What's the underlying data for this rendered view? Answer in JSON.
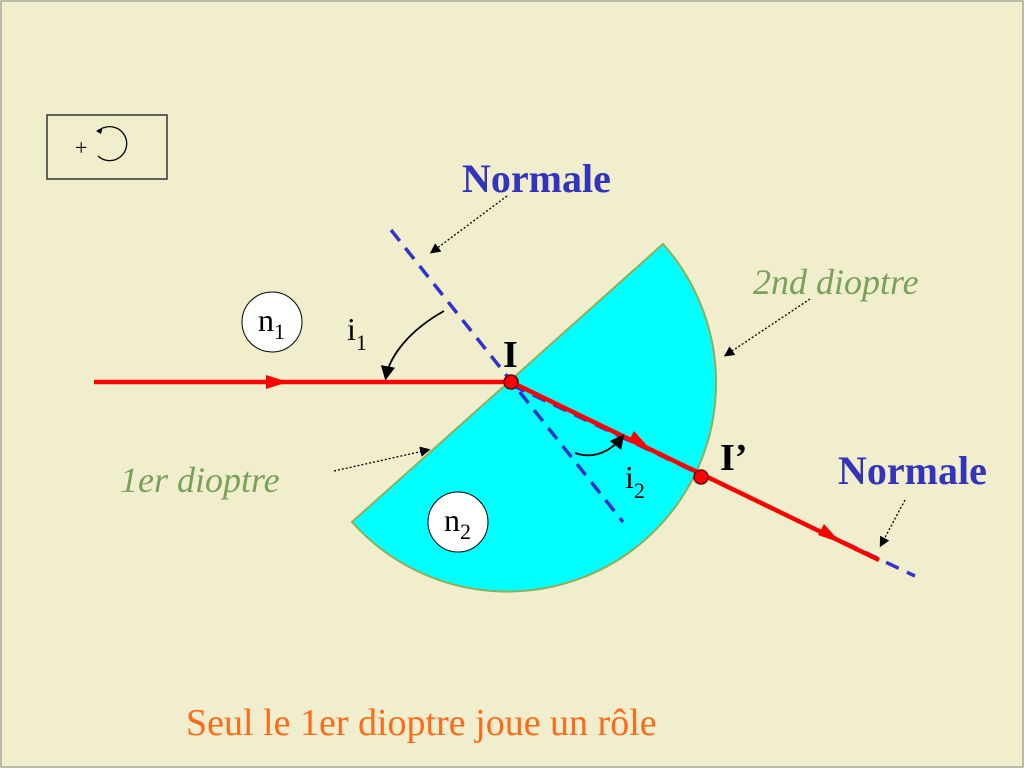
{
  "sign_box": {
    "plus": "+"
  },
  "labels": {
    "normale_top": "Normale",
    "normale_right": "Normale",
    "dioptre_2": "2nd dioptre",
    "dioptre_1": "1er dioptre",
    "point_I": "I",
    "point_I_prime": "I’",
    "n1_base": "n",
    "n1_sub": "1",
    "n2_base": "n",
    "n2_sub": "2",
    "i1_base": "i",
    "i1_sub": "1",
    "i2_base": "i",
    "i2_sub": "2"
  },
  "caption": "Seul le 1er dioptre joue un rôle",
  "colors": {
    "background": "#f0eecd",
    "lens_fill": "#00ffff",
    "lens_stroke": "#8fae5a",
    "ray": "#ff0000",
    "normal": "#3333cc",
    "normale_text": "#3333bb",
    "dioptre_text": "#7aa05a",
    "caption_text": "#ff6a1a"
  }
}
